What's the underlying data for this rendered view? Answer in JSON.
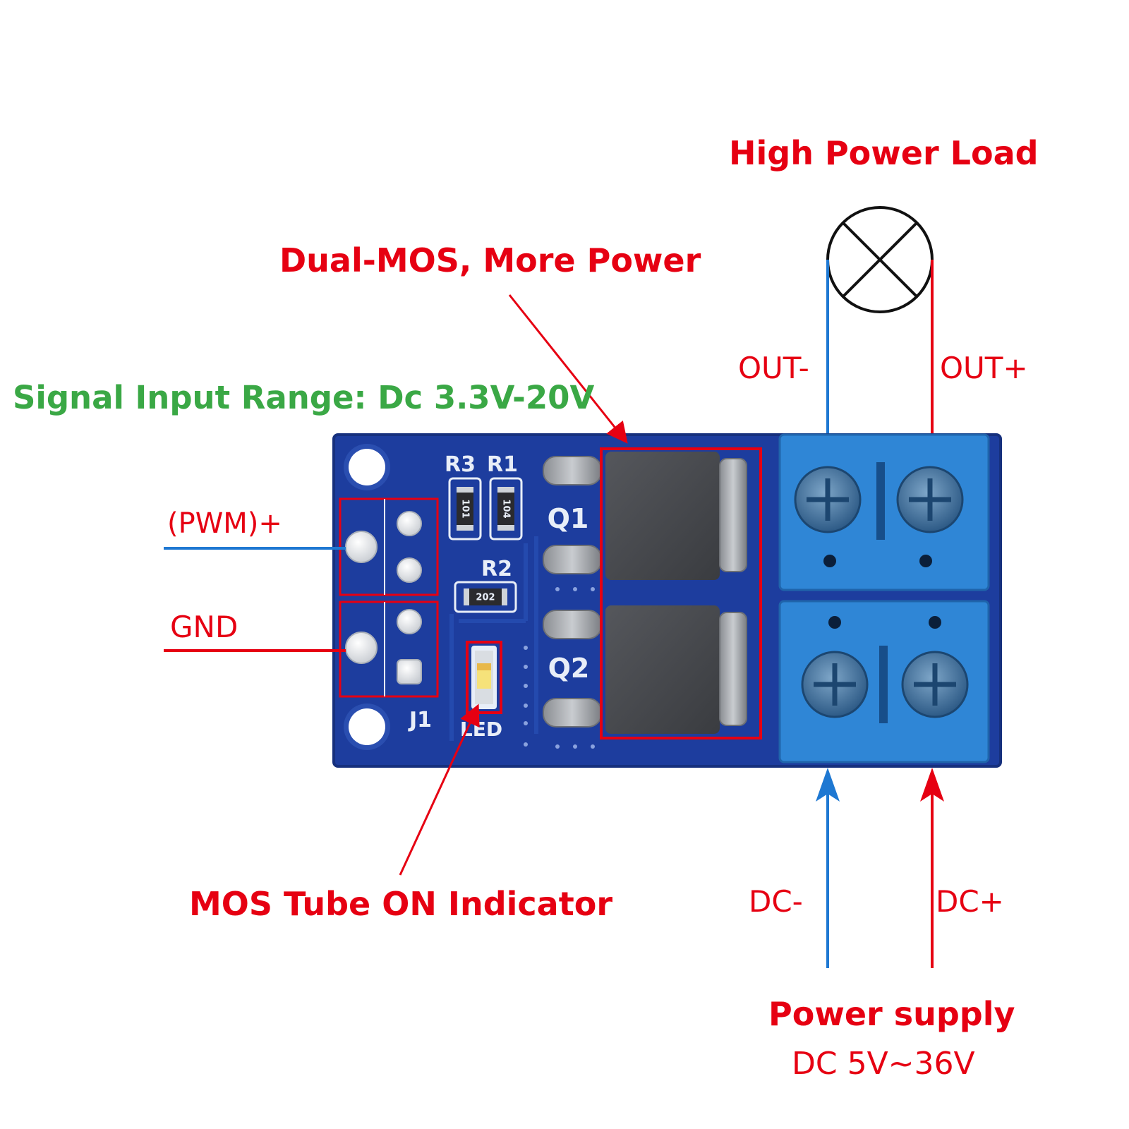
{
  "labels": {
    "high_power_load": "High Power Load",
    "dual_mos": "Dual-MOS, More Power",
    "signal_input_range": "Signal Input Range: Dc 3.3V-20V",
    "out_minus": "OUT-",
    "out_plus": "OUT+",
    "pwm_plus": "(PWM)+",
    "gnd": "GND",
    "mos_indicator": "MOS Tube ON Indicator",
    "dc_minus": "DC-",
    "dc_plus": "DC+",
    "power_supply": "Power supply",
    "power_supply_range": "DC 5V~36V"
  },
  "silkscreen": {
    "r3": "R3",
    "r1": "R1",
    "r2": "R2",
    "q1": "Q1",
    "q2": "Q2",
    "j1": "J1",
    "led": "LED",
    "r3_code": "101",
    "r1_code": "104",
    "r2_code": "202"
  },
  "icons": {
    "load": "lamp-symbol",
    "screw": "screw-terminal-icon",
    "mosfet": "mosfet-package",
    "led": "smd-led"
  },
  "colors": {
    "annotation_red": "#e60012",
    "annotation_blue": "#1e78d2",
    "annotation_green": "#3aa845",
    "pcb_blue": "#1d3d9e",
    "terminal_blue": "#2f86d6"
  }
}
